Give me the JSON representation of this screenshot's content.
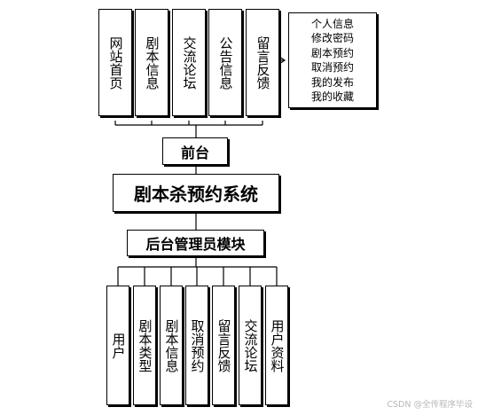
{
  "system": {
    "title": "剧本杀预约系统"
  },
  "frontend": {
    "label": "前台",
    "modules": [
      "网站首页",
      "剧本信息",
      "交流论坛",
      "公告信息",
      "留言反馈"
    ],
    "submenu": [
      "个人信息",
      "修改密码",
      "剧本预约",
      "取消预约",
      "我的发布",
      "我的收藏"
    ]
  },
  "backend": {
    "label": "后台管理员模块",
    "modules": [
      "用户",
      "剧本类型",
      "剧本信息",
      "取消预约",
      "留言反馈",
      "交流论坛",
      "用户资料"
    ]
  },
  "watermark": "CSDN @全传程序毕设"
}
